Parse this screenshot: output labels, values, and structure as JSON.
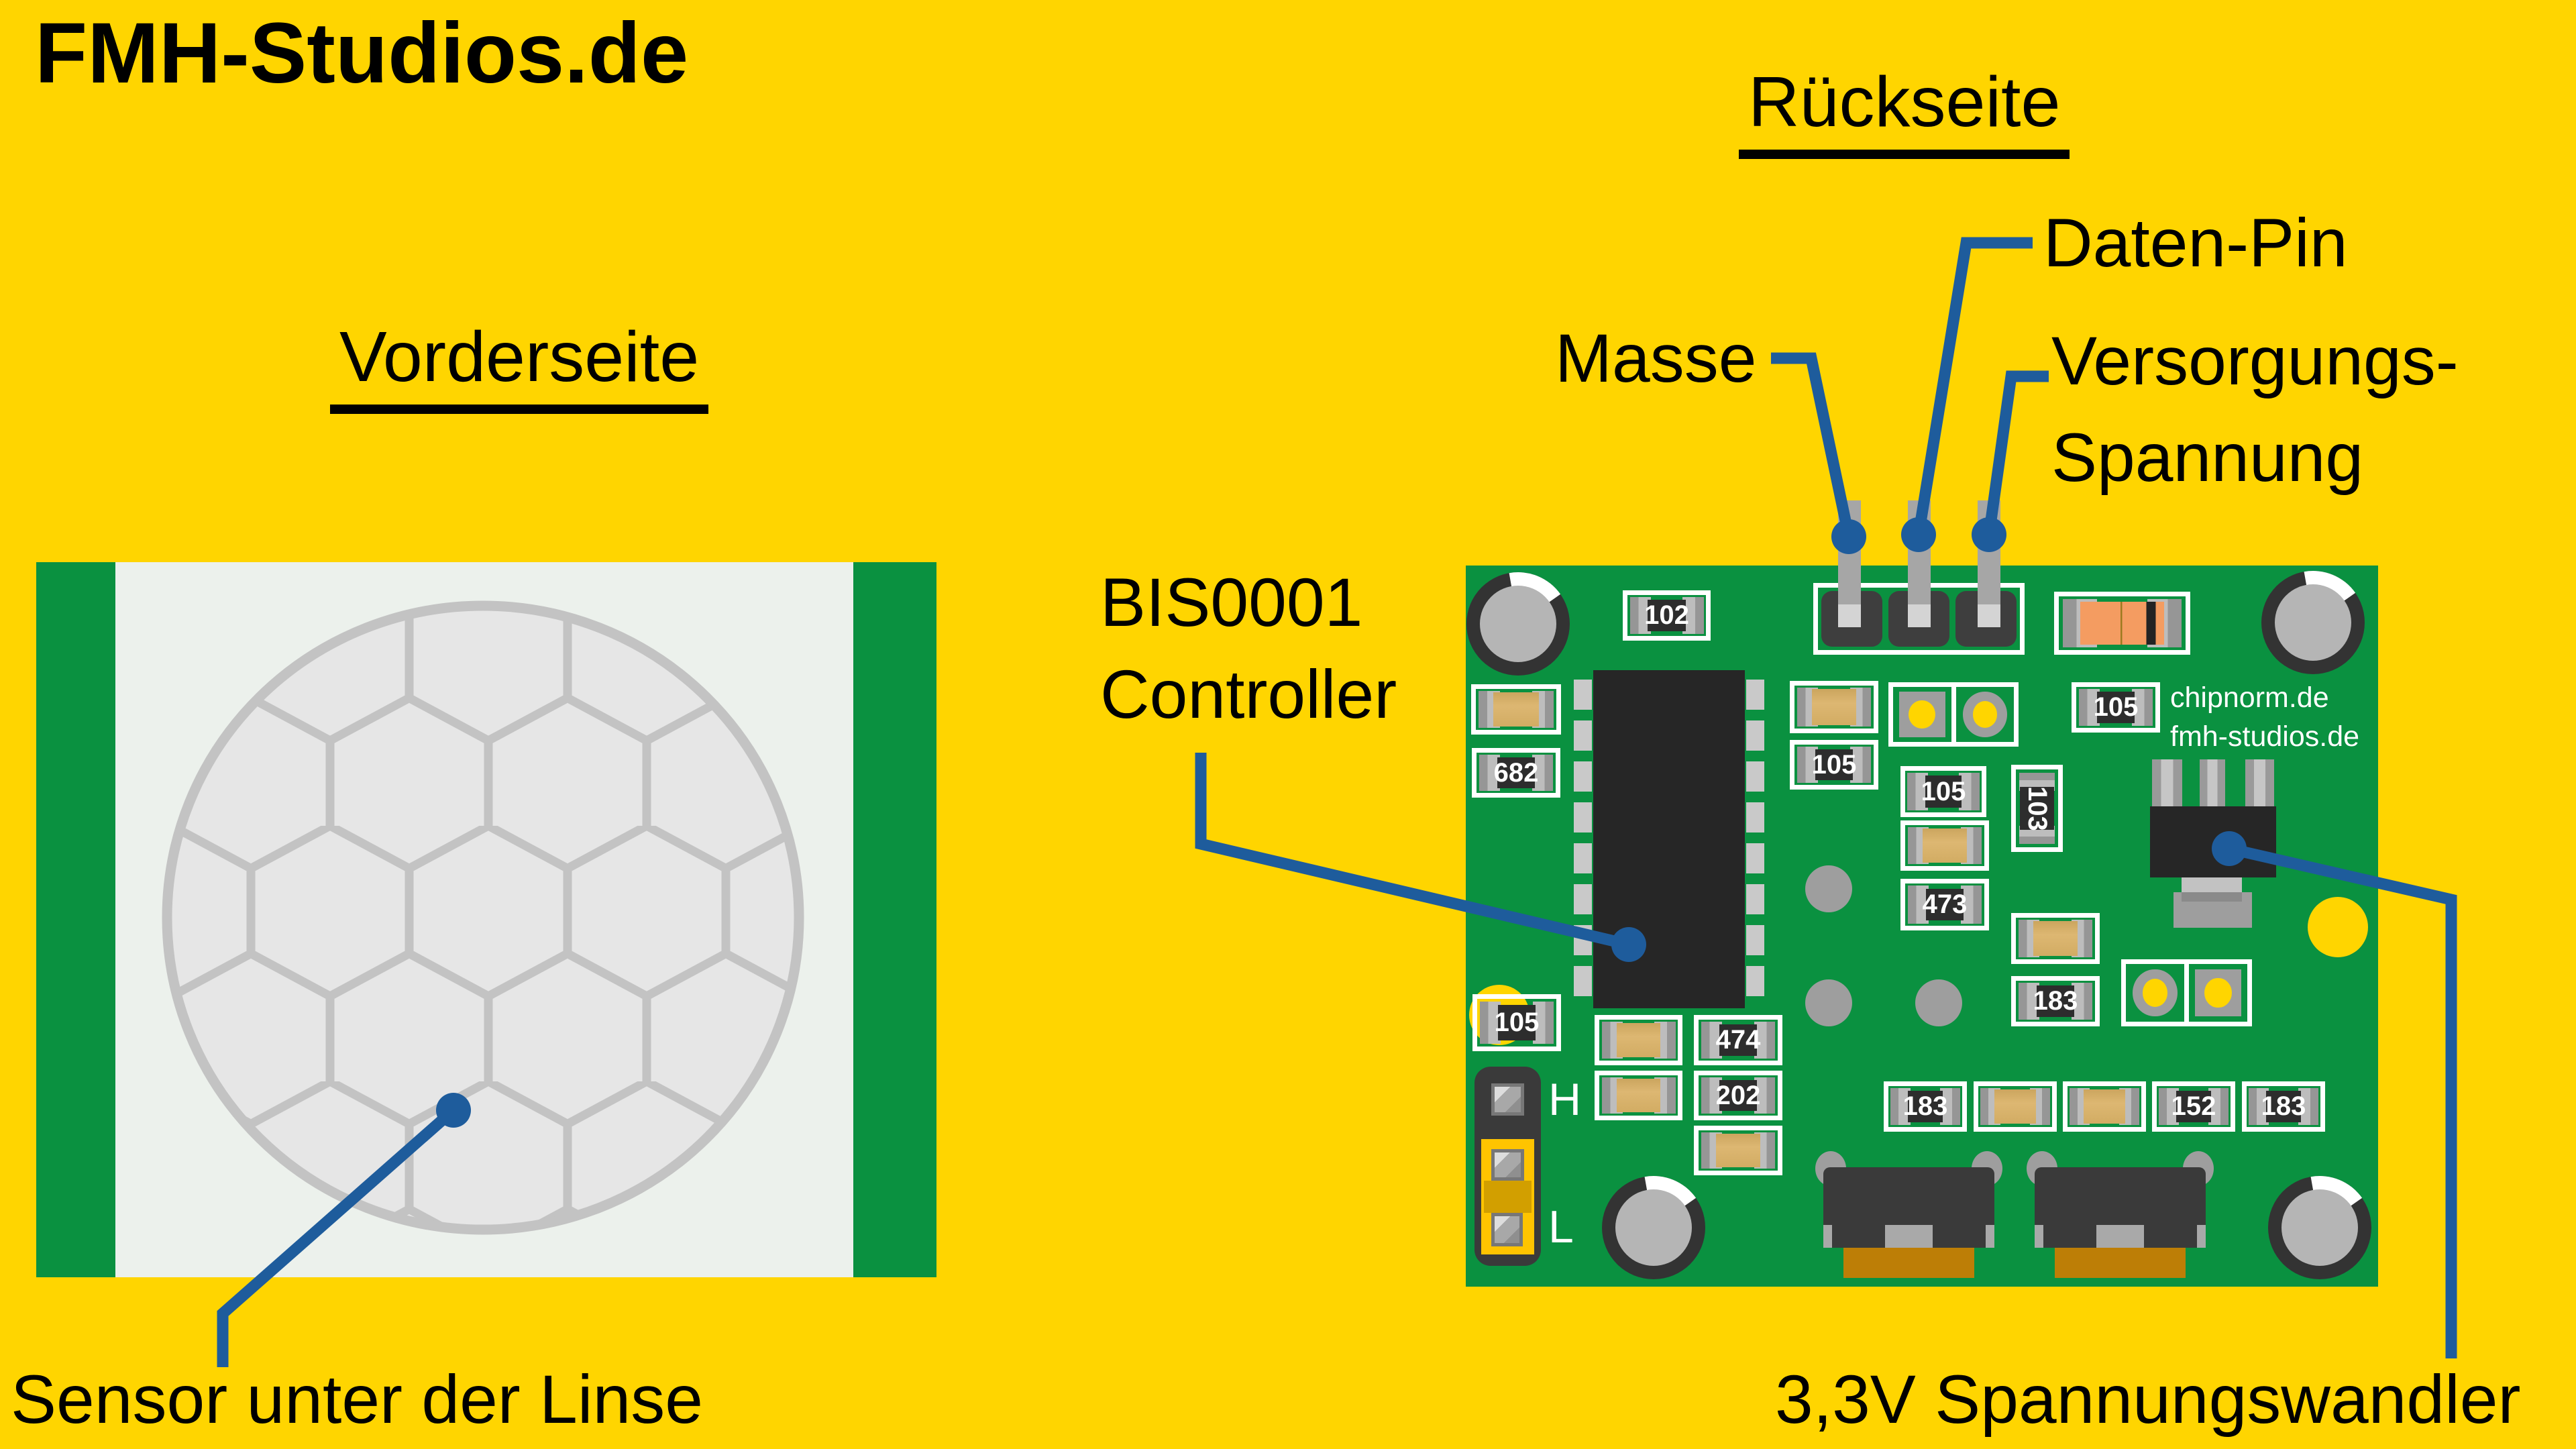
{
  "title": "FMH-Studios.de",
  "front": {
    "heading": "Vorderseite",
    "caption": "Sensor unter der Linse"
  },
  "back": {
    "heading": "Rückseite",
    "pin_labels": {
      "ground": "Masse",
      "data": "Daten-Pin",
      "supply_line1": "Versorgungs-",
      "supply_line2": "Spannung"
    },
    "controller_label": {
      "line1": "BIS0001",
      "line2": "Controller"
    },
    "regulator_caption": "3,3V Spannungswandler"
  },
  "pcb": {
    "silkscreen": {
      "brand_line1": "chipnorm.de",
      "brand_line2": "fmh-studios.de",
      "jumper_high": "H",
      "jumper_low": "L"
    },
    "smd_values": {
      "r102": "102",
      "r682": "682",
      "c105_top_right": "105",
      "c105_mid_left": "105",
      "c105_center": "105",
      "c105_bottom_left": "105",
      "r103": "103",
      "r473": "473",
      "r474": "474",
      "r202": "202",
      "r183_right": "183",
      "r183_row1": "183",
      "r152": "152",
      "r183_row2": "183"
    }
  },
  "colors": {
    "background": "#FFD500",
    "pcb_green": "#0A9140",
    "pointer_blue": "#1E5C9C",
    "smd_dark": "#2D2D2D",
    "pad_grey": "#9E9E9E",
    "tan_capacitor": "#D6B067",
    "diode_orange": "#F49C61",
    "lens_grey": "#E6E6E6",
    "jumper_cap_yellow": "#FFC400",
    "pot_base_orange": "#BD7E06"
  }
}
